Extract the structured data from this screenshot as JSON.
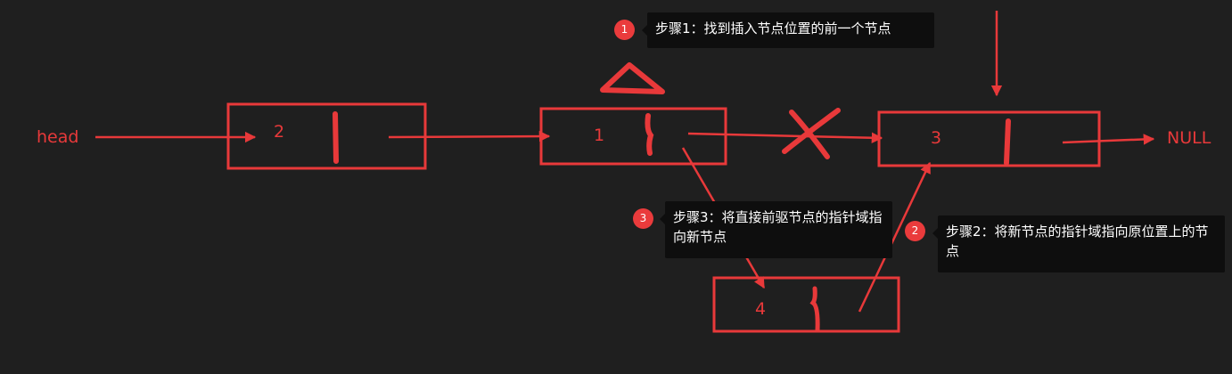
{
  "labels": {
    "head": "head",
    "null": "NULL"
  },
  "nodes": [
    {
      "id": "node-2",
      "value": "2"
    },
    {
      "id": "node-1",
      "value": "1"
    },
    {
      "id": "node-3",
      "value": "3"
    },
    {
      "id": "node-4",
      "value": "4"
    }
  ],
  "steps": [
    {
      "number": "1",
      "text": "步骤1：找到插入节点位置的前一个节点"
    },
    {
      "number": "2",
      "text": "步骤2：将新节点的指针域指向原位置上的节点"
    },
    {
      "number": "3",
      "text": "步骤3：将直接前驱节点的指针域指向新节点"
    }
  ],
  "colors": {
    "background": "#1f1f1f",
    "ink": "#e8393a",
    "badge": "#ea3b3c",
    "note_background": "#0e0e0e",
    "note_text": "#ffffff"
  }
}
